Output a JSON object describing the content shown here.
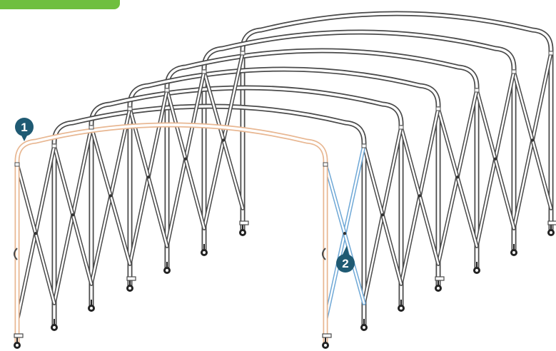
{
  "header_tab": {
    "label": ""
  },
  "callouts": [
    {
      "id": "callout-1",
      "number": "1"
    },
    {
      "id": "callout-2",
      "number": "2"
    }
  ],
  "colors": {
    "accent_tab": "#6fbf3f",
    "frame_stroke": "#4a4a4a",
    "frame_fill": "#ffffff",
    "front_arch": "#e8b792",
    "highlight_brace": "#6fa8d6",
    "callout_fill": "#1f5a73",
    "wheel": "#222222"
  }
}
